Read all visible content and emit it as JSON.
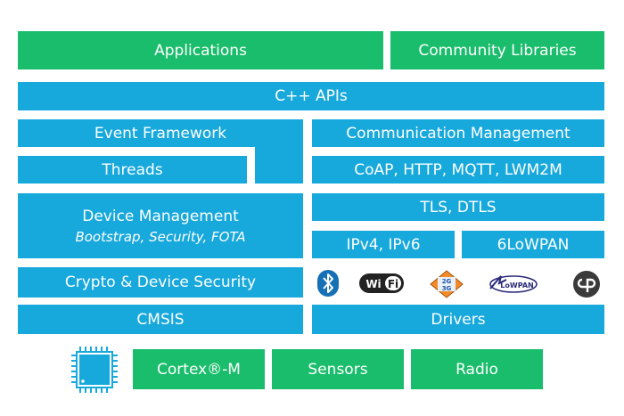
{
  "colors": {
    "green": "#19bd6b",
    "blue": "#17a8dc",
    "chip": "#17a8dc",
    "dark": "#222222"
  },
  "layers": {
    "applications": "Applications",
    "community_libraries": "Community Libraries",
    "cpp_apis": "C++ APIs",
    "event_framework": "Event Framework",
    "threads": "Threads",
    "device_management": "Device Management",
    "device_management_sub": "Bootstrap, Security, FOTA",
    "crypto": "Crypto & Device Security",
    "cmsis": "CMSIS",
    "communication_management": "Communication Management",
    "protocols": "CoAP, HTTP, MQTT, LWM2M",
    "tls": "TLS, DTLS",
    "ip": "IPv4, IPv6",
    "lowpan": "6LoWPAN",
    "drivers": "Drivers",
    "cortex": "Cortex®-M",
    "sensors": "Sensors",
    "radio": "Radio"
  },
  "icons": {
    "bluetooth": "bluetooth-icon",
    "wifi": "wifi-logo-icon",
    "cellular": "cellular-2g3g-icon",
    "cellular_label_top": "2G",
    "cellular_label_bottom": "3G",
    "lowpan": "lowpan-logo-icon",
    "lowpan_label": "LoWPAN",
    "thread": "thread-logo-icon",
    "chip": "microcontroller-chip-icon"
  }
}
